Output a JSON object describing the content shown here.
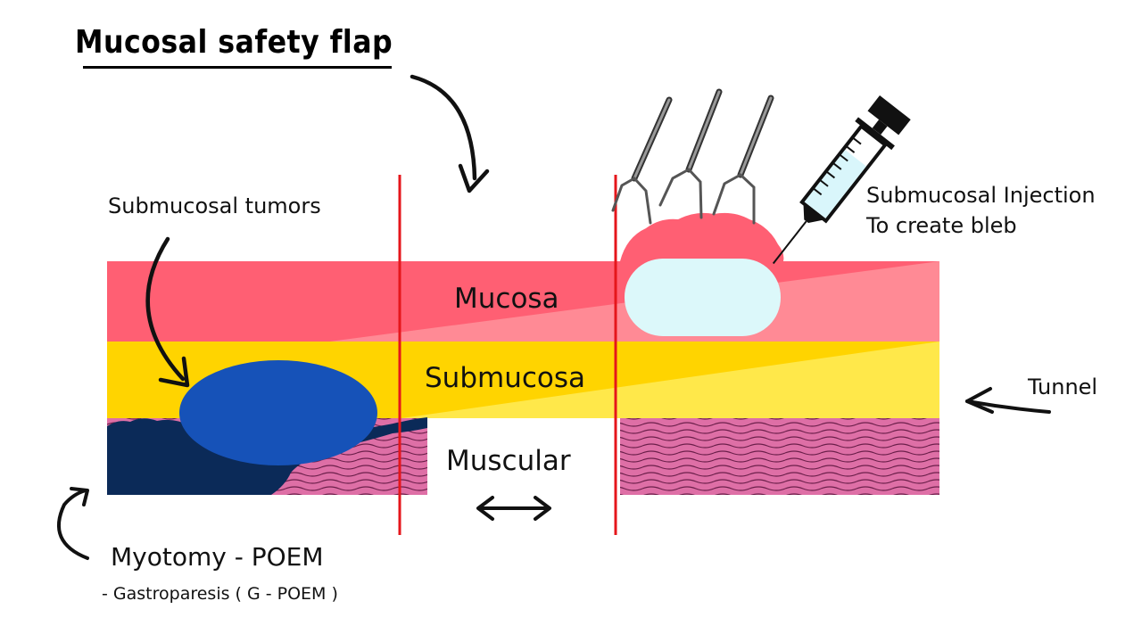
{
  "title": "Mucosal safety flap",
  "labels": {
    "submucosal_tumors": "Submucosal tumors",
    "mucosa": "Mucosa",
    "submucosa": "Submucosa",
    "muscular": "Muscular",
    "tunnel": "Tunnel",
    "injection_line1": "Submucosal Injection",
    "injection_line2": "To create bleb",
    "myotomy": "Myotomy - POEM",
    "gastroparesis": "- Gastroparesis ( G - POEM )"
  },
  "colors": {
    "mucosa": "#ff5f73",
    "mucosa_light": "#ff8a95",
    "submucosa": "#ffd400",
    "submucosa_light": "#ffe84a",
    "muscular": "#de6fa6",
    "muscular_lines": "#6b1f4a",
    "tumor": "#1652b8",
    "myotomy_defect": "#0b2a58",
    "bleb": "#dcf8fa",
    "cut_line": "#e5161b",
    "arrow": "#111111"
  }
}
